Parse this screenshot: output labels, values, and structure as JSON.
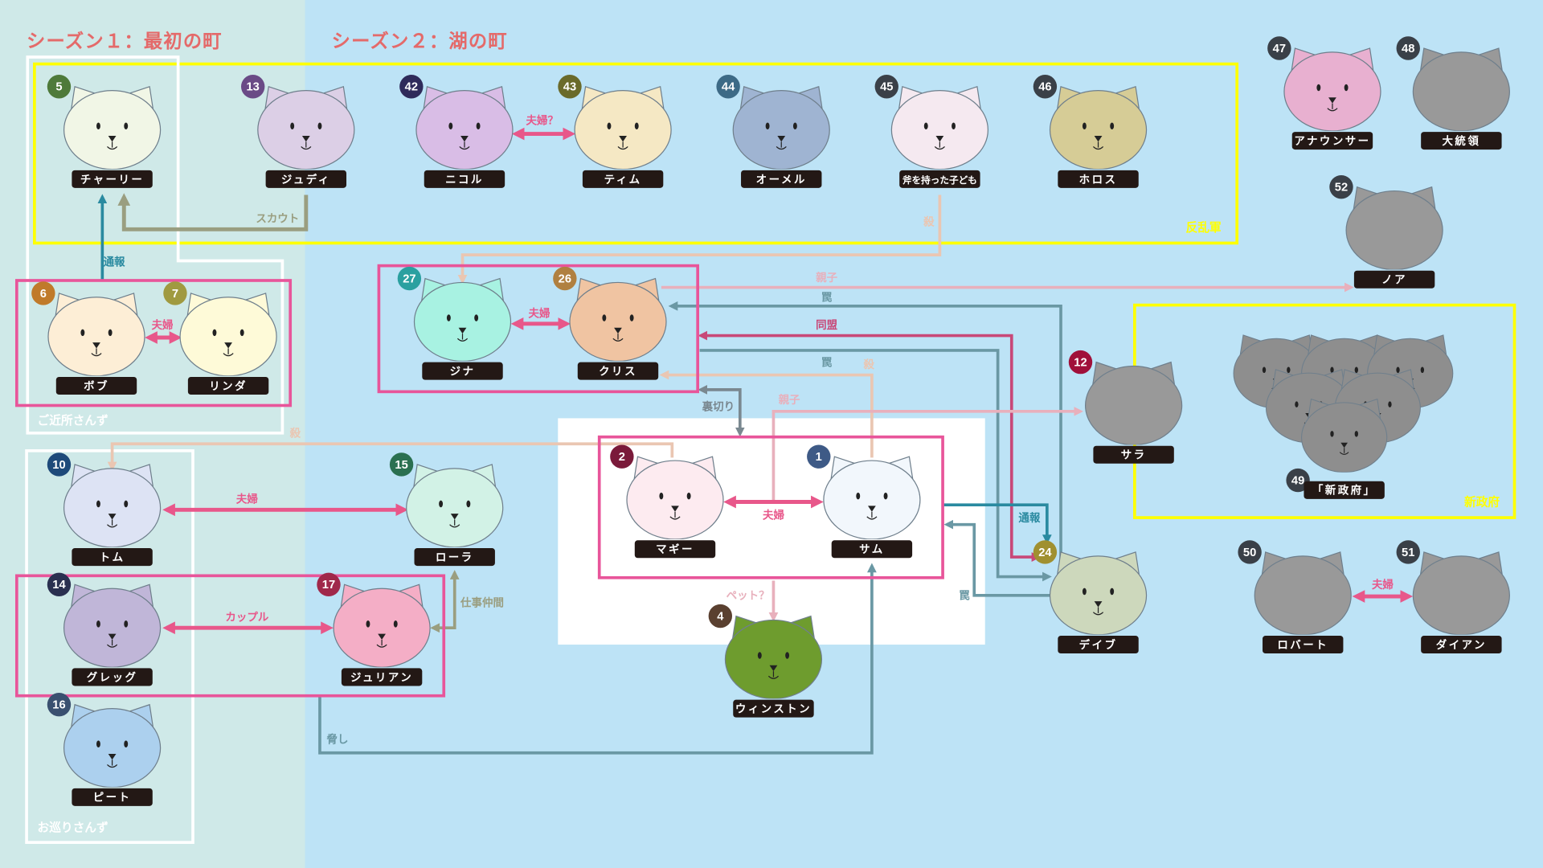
{
  "titles": {
    "season1": "シーズン１：最初の町",
    "season2": "シーズン２：湖の町"
  },
  "groups": {
    "rebels": "反乱軍",
    "neighbors": "ご近所さんず",
    "police": "お巡りさんず",
    "new_government": "新政府"
  },
  "colors": {
    "couple": "#e8578a",
    "report": "#2a8aa0",
    "trap": "#6a98a4",
    "kill": "#eac6b2",
    "parent": "#e8b0bc",
    "alliance": "#c84878",
    "betray": "#7a8890",
    "scout": "#9a9e80",
    "group_box_pink": "#e8559a",
    "group_box_yellow": "#ffff00"
  },
  "characters": [
    {
      "no": "5",
      "name": "チャーリー",
      "face": "#f1f6e6",
      "badge": "#4e7a3a"
    },
    {
      "no": "13",
      "name": "ジュディ",
      "face": "#dccfe6",
      "badge": "#6a4a86"
    },
    {
      "no": "42",
      "name": "ニコル",
      "face": "#d9bde6",
      "badge": "#2e2a5a"
    },
    {
      "no": "43",
      "name": "ティム",
      "face": "#f5e8c4",
      "badge": "#6a6a2a"
    },
    {
      "no": "44",
      "name": "オーメル",
      "face": "#9fb4d2",
      "badge": "#3d6a86"
    },
    {
      "no": "45",
      "name": "斧を持った子ども",
      "face": "#f5e9f0",
      "badge": "#3a4048"
    },
    {
      "no": "46",
      "name": "ホロス",
      "face": "#d6cc96",
      "badge": "#3a4048"
    },
    {
      "no": "47",
      "name": "アナウンサー",
      "face": "#e8b0d0",
      "badge": "#3a4048"
    },
    {
      "no": "48",
      "name": "大統領",
      "face": "#999999",
      "badge": "#3a4048"
    },
    {
      "no": "52",
      "name": "ノア",
      "face": "#999999",
      "badge": "#3a4048"
    },
    {
      "no": "6",
      "name": "ボブ",
      "face": "#fdeed6",
      "badge": "#c07a2a"
    },
    {
      "no": "7",
      "name": "リンダ",
      "face": "#fefad8",
      "badge": "#a09a40"
    },
    {
      "no": "27",
      "name": "ジナ",
      "face": "#a8f2e2",
      "badge": "#2aa0a0"
    },
    {
      "no": "26",
      "name": "クリス",
      "face": "#f0c4a2",
      "badge": "#b08040"
    },
    {
      "no": "12",
      "name": "サラ",
      "face": "#999999",
      "badge": "#a0103a"
    },
    {
      "no": "10",
      "name": "トム",
      "face": "#dde3f4",
      "badge": "#1e4a7a"
    },
    {
      "no": "15",
      "name": "ローラ",
      "face": "#d2f2e6",
      "badge": "#2a7050"
    },
    {
      "no": "14",
      "name": "グレッグ",
      "face": "#c0b6d8",
      "badge": "#2a3050"
    },
    {
      "no": "17",
      "name": "ジュリアン",
      "face": "#f4aec6",
      "badge": "#a0284a"
    },
    {
      "no": "16",
      "name": "ピート",
      "face": "#acd0ee",
      "badge": "#3a5070"
    },
    {
      "no": "2",
      "name": "マギー",
      "face": "#fdebf0",
      "badge": "#7a1a3a"
    },
    {
      "no": "1",
      "name": "サム",
      "face": "#f2f7fc",
      "badge": "#3e5a86"
    },
    {
      "no": "4",
      "name": "ウィンストン",
      "face": "#6e9c2e",
      "badge": "#5a4030"
    },
    {
      "no": "24",
      "name": "デイブ",
      "face": "#cdd8bc",
      "badge": "#a09030"
    },
    {
      "no": "50",
      "name": "ロバート",
      "face": "#999999",
      "badge": "#3a4048"
    },
    {
      "no": "51",
      "name": "ダイアン",
      "face": "#999999",
      "badge": "#3a4048"
    }
  ],
  "new_government_member": {
    "no": "49",
    "name": "「新政府」"
  },
  "relations": [
    {
      "label": "通報",
      "color": "#2a8aa0"
    },
    {
      "label": "スカウト",
      "color": "#9a9e80"
    },
    {
      "label": "夫婦？",
      "color": "#e8578a"
    },
    {
      "label": "殺",
      "color": "#eac6b2"
    },
    {
      "label": "夫婦",
      "color": "#e8578a"
    },
    {
      "label": "夫婦",
      "color": "#e8578a"
    },
    {
      "label": "親子",
      "color": "#e8b0bc"
    },
    {
      "label": "罠",
      "color": "#6a98a4"
    },
    {
      "label": "同盟",
      "color": "#c84878"
    },
    {
      "label": "罠",
      "color": "#6a98a4"
    },
    {
      "label": "殺",
      "color": "#eac6b2"
    },
    {
      "label": "裏切り",
      "color": "#7a8890"
    },
    {
      "label": "親子",
      "color": "#e8b0bc"
    },
    {
      "label": "殺",
      "color": "#eac6b2"
    },
    {
      "label": "夫婦",
      "color": "#e8578a"
    },
    {
      "label": "カップル",
      "color": "#e8578a"
    },
    {
      "label": "仕事仲間",
      "color": "#9a9e80"
    },
    {
      "label": "脅し",
      "color": "#6a98a4"
    },
    {
      "label": "夫婦",
      "color": "#e8578a"
    },
    {
      "label": "ペット？",
      "color": "#e8b0bc"
    },
    {
      "label": "通報",
      "color": "#2a8aa0"
    },
    {
      "label": "罠",
      "color": "#6a98a4"
    },
    {
      "label": "夫婦",
      "color": "#e8578a"
    }
  ]
}
